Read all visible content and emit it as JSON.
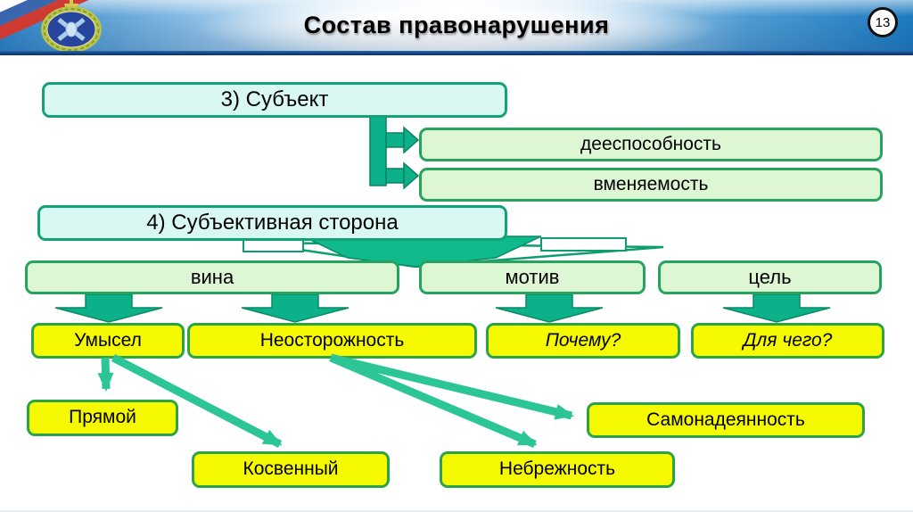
{
  "header": {
    "title": "Состав правонарушения",
    "page_number": "13",
    "emblem_icon": "russian-flag-crest-icon"
  },
  "colors": {
    "header_blue": "#2e84c6",
    "divider_navy": "#0e3263",
    "cyan_box_fill": "#d9f8f3",
    "cyan_box_border": "#12a377",
    "green_box_fill": "#ddf6d3",
    "green_box_border": "#26a35f",
    "yellow_box_fill": "#f6fa00",
    "yellow_box_border": "#2ba447",
    "arrow_fill": "#0db189",
    "arrow_line": "#2cc596"
  },
  "diagram": {
    "subject": {
      "label": "3) Субъект"
    },
    "capacity": {
      "label": "дееспособность"
    },
    "sanity": {
      "label": "вменяемость"
    },
    "subjective_side": {
      "label": "4) Субъективная сторона"
    },
    "guilt": {
      "label": "вина"
    },
    "motive": {
      "label": "мотив"
    },
    "goal": {
      "label": "цель"
    },
    "intent": {
      "label": "Умысел"
    },
    "negligence": {
      "label": "Неосторожность"
    },
    "why": {
      "label": "Почему?"
    },
    "what_for": {
      "label": "Для чего?"
    },
    "direct": {
      "label": "Прямой"
    },
    "indirect": {
      "label": "Косвенный"
    },
    "overconfidence": {
      "label": "Самонадеянность"
    },
    "carelessness": {
      "label": "Небрежность"
    }
  }
}
